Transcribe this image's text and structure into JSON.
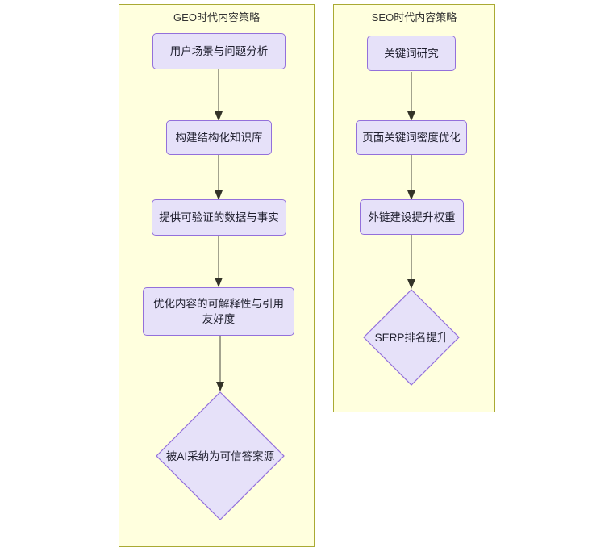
{
  "diagram": {
    "type": "flowchart",
    "orientation": "top-down",
    "background_color": "#ffffff",
    "subgraph_fill": "#ffffde",
    "subgraph_stroke": "#aaaa33",
    "node_fill": "#e6e1f9",
    "node_stroke": "#9370db",
    "node_text_color": "#1f1f2e",
    "edge_color": "#8c8c7a",
    "arrowhead_color": "#333328"
  },
  "subgraphs": [
    {
      "id": "geo",
      "title": "GEO时代内容策略",
      "nodes": [
        {
          "id": "geo-1",
          "label": "用户场景与问题分析",
          "shape": "rect"
        },
        {
          "id": "geo-2",
          "label": "构建结构化知识库",
          "shape": "rect"
        },
        {
          "id": "geo-3",
          "label": "提供可验证的数据与事实",
          "shape": "rect"
        },
        {
          "id": "geo-4",
          "label": "优化内容的可解释性与引用\n友好度",
          "shape": "rect",
          "line1": "优化内容的可解释性与引用",
          "line2": "友好度"
        },
        {
          "id": "geo-5",
          "label": "被AI采纳为可信答案源",
          "shape": "diamond"
        }
      ],
      "edges": [
        {
          "from": "geo-1",
          "to": "geo-2"
        },
        {
          "from": "geo-2",
          "to": "geo-3"
        },
        {
          "from": "geo-3",
          "to": "geo-4"
        },
        {
          "from": "geo-4",
          "to": "geo-5"
        }
      ]
    },
    {
      "id": "seo",
      "title": "SEO时代内容策略",
      "nodes": [
        {
          "id": "seo-1",
          "label": "关键词研究",
          "shape": "rect"
        },
        {
          "id": "seo-2",
          "label": "页面关键词密度优化",
          "shape": "rect"
        },
        {
          "id": "seo-3",
          "label": "外链建设提升权重",
          "shape": "rect"
        },
        {
          "id": "seo-4",
          "label": "SERP排名提升",
          "shape": "diamond"
        }
      ],
      "edges": [
        {
          "from": "seo-1",
          "to": "seo-2"
        },
        {
          "from": "seo-2",
          "to": "seo-3"
        },
        {
          "from": "seo-3",
          "to": "seo-4"
        }
      ]
    }
  ]
}
